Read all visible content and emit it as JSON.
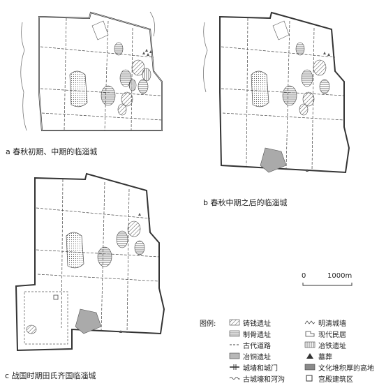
{
  "panels": {
    "a": {
      "caption": "a 春秋初期、中期的临淄城"
    },
    "b": {
      "caption": "b 春秋中期之后的临淄城"
    },
    "c": {
      "caption": "c 战国时期田氏齐国临淄城"
    }
  },
  "scale": {
    "zero": "0",
    "distance": "1000m"
  },
  "legend": {
    "title": "图例:",
    "items": [
      {
        "key": "mint",
        "label": "铸钱遗址"
      },
      {
        "key": "ming-qing-wall",
        "label": "明清城墙"
      },
      {
        "key": "bone",
        "label": "制骨遗址"
      },
      {
        "key": "modern-residence",
        "label": "现代民居"
      },
      {
        "key": "ancient-road",
        "label": "古代道路"
      },
      {
        "key": "iron",
        "label": "冶铁遗址"
      },
      {
        "key": "bronze",
        "label": "冶铜遗址"
      },
      {
        "key": "tomb",
        "label": "墓葬"
      },
      {
        "key": "wall-gate",
        "label": "城墙和城门"
      },
      {
        "key": "cultural-layer",
        "label": "文化堆积厚的高地"
      },
      {
        "key": "ancient-moat",
        "label": "古城壕和河沟"
      },
      {
        "key": "palace",
        "label": "宫殿建筑区"
      }
    ]
  },
  "colors": {
    "ink": "#333333",
    "fill_gray": "#9a9a9a",
    "light_gray": "#cfcfcf",
    "background": "#ffffff"
  }
}
